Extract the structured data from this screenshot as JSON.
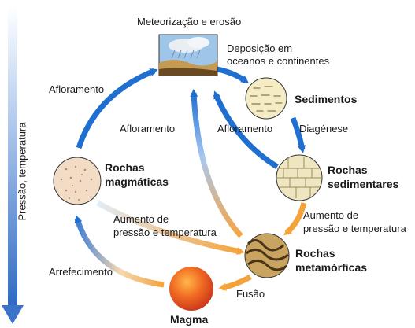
{
  "axis_label": "Pressão, temperatura",
  "stages": {
    "weathering": "Meteorização e erosão",
    "sediments": "Sedimentos",
    "sedimentary": [
      "Rochas",
      "sedimentares"
    ],
    "metamorphic": [
      "Rochas",
      "metamórficas"
    ],
    "magma": "Magma",
    "igneous": [
      "Rochas",
      "magmáticas"
    ]
  },
  "processes": {
    "deposition": [
      "Deposição em",
      "oceanos e continentes"
    ],
    "diagenesis": "Diagénese",
    "uplift_left": "Afloramento",
    "uplift_center": "Afloramento",
    "uplift_right": "Afloramento",
    "pressure_temp_right": [
      "Aumento de",
      "pressão e temperatura"
    ],
    "pressure_temp_center": [
      "Aumento de",
      "pressão e temperatura"
    ],
    "fusion": "Fusão",
    "cooling": "Arrefecimento"
  },
  "colors": {
    "blue_arrow": "#1f6fd0",
    "orange_arrow": "#f4a23a",
    "magma": "#e8461e",
    "axis_arrow": "#3a73c8"
  }
}
